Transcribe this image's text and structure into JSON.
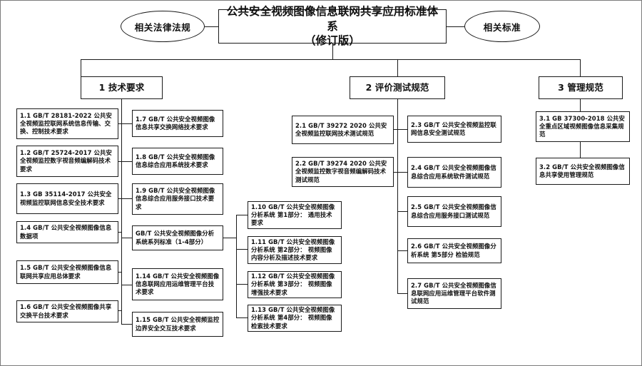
{
  "diagram": {
    "title": "公共安全视频图像信息联网共享应用标准体系（修订版）",
    "root": {
      "line1": "公共安全视频图像信息联网共享应用标准体系",
      "line2": "（修订版）"
    },
    "side_left": "相关法律法规",
    "side_right": "相关标准",
    "categories": [
      {
        "id": "1",
        "label": "1  技术要求"
      },
      {
        "id": "2",
        "label": "2  评价测试规范"
      },
      {
        "id": "3",
        "label": "3  管理规范"
      }
    ],
    "tech_col1": [
      {
        "id": "1.1",
        "text": "1.1 GB/T 28181-2022  公共安全视频监控联网系统信息传输、交换、控制技术要求"
      },
      {
        "id": "1.2",
        "text": "1.2 GB/T 25724-2017  公共安全视频监控数字视音频编解码技术要求"
      },
      {
        "id": "1.3",
        "text": "1.3 GB 35114-2017  公共安全视频监控联网信息安全技术要求"
      },
      {
        "id": "1.4",
        "text": "1.4 GB/T  公共安全视频图像信息数据项"
      },
      {
        "id": "1.5",
        "text": "1.5 GB/T  公共安全视频图像信息联网共享应用总体要求"
      },
      {
        "id": "1.6",
        "text": "1.6 GB/T  公共安全视频图像共享交换平台技术要求"
      }
    ],
    "tech_col2": [
      {
        "id": "1.7",
        "text": "1.7 GB/T  公共安全视频图像信息共享交换网络技术要求"
      },
      {
        "id": "1.8",
        "text": "1.8 GB/T  公共安全视频图像信息综合应用系统技术要求"
      },
      {
        "id": "1.9",
        "text": "1.9 GB/T  公共安全视频图像信息综合应用服务接口技术要求"
      },
      {
        "id": "series",
        "text": "GB/T  公共安全视频图像分析系统系列标准（1-4部分）"
      },
      {
        "id": "1.14",
        "text": "1.14  GB/T  公共安全视频图像信息联网应用运维管理平台技术要求"
      },
      {
        "id": "1.15",
        "text": "1.15 GB/T  公共安全视频监控边界安全交互技术要求"
      }
    ],
    "tech_col3": [
      {
        "id": "1.10",
        "text": "1.10   GB/T  公共安全视频图像分析系统 第1部分： 通用技术要求"
      },
      {
        "id": "1.11",
        "text": "1.11  GB/T  公共安全视频图像分析系统 第2部分： 视频图像内容分析及描述技术要求"
      },
      {
        "id": "1.12",
        "text": "1.12   GB/T  公共安全视频图像分析系统 第3部分： 视频图像增强技术要求"
      },
      {
        "id": "1.13",
        "text": "1.13  GB/T  公共安全视频图像分析系统 第4部分： 视频图像检索技术要求"
      }
    ],
    "eval_col1": [
      {
        "id": "2.1",
        "text": "2.1 GB/T 39272 2020  公共安全视频监控联网技术测试规范"
      },
      {
        "id": "2.2",
        "text": "2.2 GB/T 39274 2020  公共安全视频监控数字视音频编解码技术测试规范"
      }
    ],
    "eval_col2": [
      {
        "id": "2.3",
        "text": "2.3 GB/T  公共安全视频监控联网信息安全测试规范"
      },
      {
        "id": "2.4",
        "text": "2.4 GB/T  公共安全视频图像信息综合应用系统软件测试规范"
      },
      {
        "id": "2.5",
        "text": "2.5 GB/T  公共安全视频图像信息综合应用服务接口测试规范"
      },
      {
        "id": "2.6",
        "text": "2.6 GB/T  公共安全视频图像分析系统 第5部分 检验规范"
      },
      {
        "id": "2.7",
        "text": "2.7 GB/T  公共安全视频图像信息联网应用运维管理平台软件测试规范"
      }
    ],
    "manage_col": [
      {
        "id": "3.1",
        "text": "3.1 GB 37300-2018  公共安全重点区域视频图像信息采集规范"
      },
      {
        "id": "3.2",
        "text": "3.2 GB/T  公共安全视频图像信息共享使用管理规范"
      }
    ]
  }
}
